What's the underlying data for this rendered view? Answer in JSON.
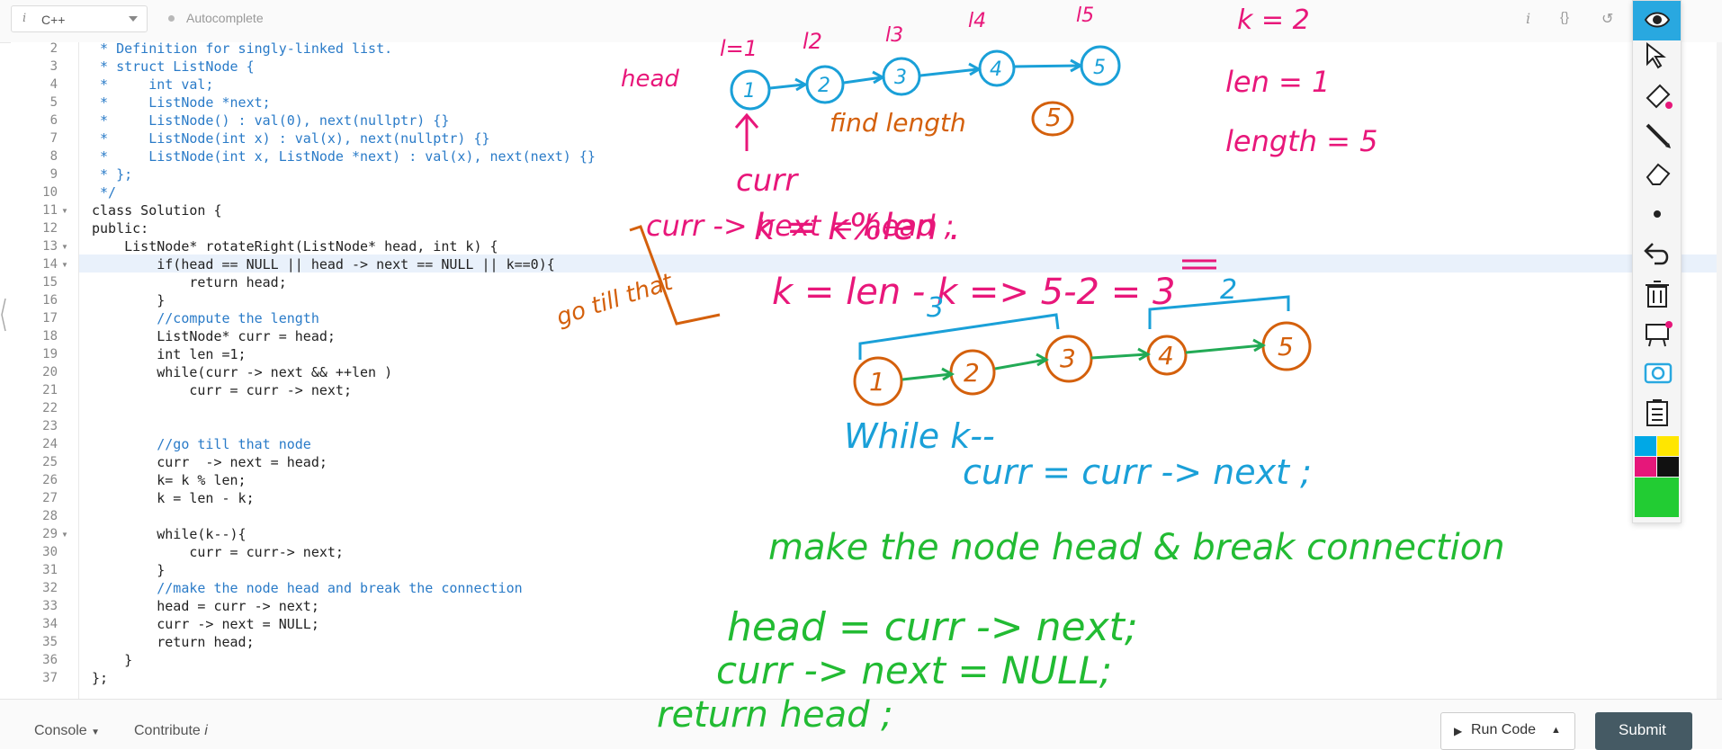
{
  "toolbar": {
    "language": "C++",
    "language_prefix": "i",
    "autocomplete_label": "Autocomplete",
    "icons": [
      "info-icon",
      "braces-icon",
      "reset-icon",
      "fullscreen-icon"
    ]
  },
  "editor": {
    "lines": [
      {
        "n": "2",
        "text": " * Definition for singly-linked list."
      },
      {
        "n": "3",
        "text": " * struct ListNode {"
      },
      {
        "n": "4",
        "text": " *     int val;"
      },
      {
        "n": "5",
        "text": " *     ListNode *next;"
      },
      {
        "n": "6",
        "text": " *     ListNode() : val(0), next(nullptr) {}"
      },
      {
        "n": "7",
        "text": " *     ListNode(int x) : val(x), next(nullptr) {}"
      },
      {
        "n": "8",
        "text": " *     ListNode(int x, ListNode *next) : val(x), next(next) {}"
      },
      {
        "n": "9",
        "text": " * };"
      },
      {
        "n": "10",
        "text": " */"
      },
      {
        "n": "11",
        "text": "class Solution {"
      },
      {
        "n": "12",
        "text": "public:"
      },
      {
        "n": "13",
        "text": "    ListNode* rotateRight(ListNode* head, int k) {"
      },
      {
        "n": "14",
        "text": "        if(head == NULL || head -> next == NULL || k==0){"
      },
      {
        "n": "15",
        "text": "            return head;"
      },
      {
        "n": "16",
        "text": "        }"
      },
      {
        "n": "17",
        "text": "        //compute the length"
      },
      {
        "n": "18",
        "text": "        ListNode* curr = head;"
      },
      {
        "n": "19",
        "text": "        int len =1;"
      },
      {
        "n": "20",
        "text": "        while(curr -> next && ++len )"
      },
      {
        "n": "21",
        "text": "            curr = curr -> next;"
      },
      {
        "n": "22",
        "text": ""
      },
      {
        "n": "23",
        "text": ""
      },
      {
        "n": "24",
        "text": "        //go till that node"
      },
      {
        "n": "25",
        "text": "        curr  -> next = head;"
      },
      {
        "n": "26",
        "text": "        k= k % len;"
      },
      {
        "n": "27",
        "text": "        k = len - k;"
      },
      {
        "n": "28",
        "text": ""
      },
      {
        "n": "29",
        "text": "        while(k--){"
      },
      {
        "n": "30",
        "text": "            curr = curr-> next;"
      },
      {
        "n": "31",
        "text": "        }"
      },
      {
        "n": "32",
        "text": "        //make the node head and break the connection"
      },
      {
        "n": "33",
        "text": "        head = curr -> next;"
      },
      {
        "n": "34",
        "text": "        curr -> next = NULL;"
      },
      {
        "n": "35",
        "text": "        return head;"
      },
      {
        "n": "36",
        "text": "    }"
      },
      {
        "n": "37",
        "text": "};"
      }
    ],
    "folded_lines": [
      "11",
      "13",
      "14",
      "29"
    ]
  },
  "bottom": {
    "console_label": "Console",
    "contribute_label": "Contribute",
    "contribute_icon": "i",
    "run_label": "Run Code",
    "submit_label": "Submit"
  },
  "draw_tools": [
    "eye-icon",
    "pointer-icon",
    "highlighter-icon",
    "pen-icon",
    "eraser-icon",
    "dot-icon",
    "undo-icon",
    "trash-icon",
    "projector-icon",
    "camera-icon",
    "clipboard-icon"
  ],
  "palette": {
    "cyan": "#00a8e6",
    "yellow": "#ffe600",
    "magenta": "#e6177a",
    "black": "#111111",
    "green": "#22cc33"
  },
  "ink_notes": {
    "colors": {
      "pink": "#e8177a",
      "cyan": "#1aa0d8",
      "orange": "#d4600c",
      "green": "#22bb33"
    },
    "top_labels": [
      "l=1",
      "l2",
      "l3",
      "l4",
      "l5"
    ],
    "head_label": "head",
    "top_nodes": [
      "1",
      "2",
      "3",
      "4",
      "5"
    ],
    "find_length": "find length",
    "find_length_value": "5",
    "k_eq": "k = 2",
    "len_eq": "len = 1",
    "length_eq": "length = 5",
    "curr": "curr",
    "curr_next_head": "curr -> next = head ;",
    "k_mod": "k = k%len .",
    "k_len": "k = len - k  =>  5-2 = 3",
    "go_till_that": "go till that",
    "bracket3": "3",
    "bracket2": "2",
    "bottom_nodes": [
      "1",
      "2",
      "3",
      "4",
      "5"
    ],
    "while_k": "While  k--",
    "curr_eq_next": "curr = curr -> next ;",
    "make_head": "make the node head & break connection",
    "head_eq": "head =  curr -> next;",
    "curr_null": "curr ->  next = NULL;",
    "return_head": "return    head ;"
  }
}
